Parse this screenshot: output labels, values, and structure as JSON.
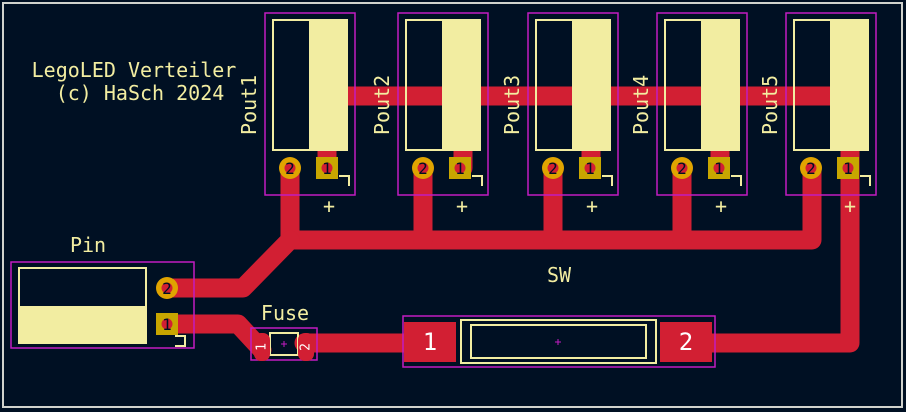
{
  "board": {
    "title_line1": "LegoLED Verteiler",
    "title_line2": "(c) HaSch 2024",
    "colors": {
      "background": "#001023",
      "outline": "#d0d2cd",
      "copper": "#d21f33",
      "silk": "#f2eda1",
      "courtyard": "#c21cc1",
      "pad": "#c8a600",
      "pad_ring": "#e0a400"
    }
  },
  "connectors": [
    {
      "ref": "Pout1",
      "pin1": "1",
      "pin2": "2",
      "plus": "+"
    },
    {
      "ref": "Pout2",
      "pin1": "1",
      "pin2": "2",
      "plus": "+"
    },
    {
      "ref": "Pout3",
      "pin1": "1",
      "pin2": "2",
      "plus": "+"
    },
    {
      "ref": "Pout4",
      "pin1": "1",
      "pin2": "2",
      "plus": "+"
    },
    {
      "ref": "Pout5",
      "pin1": "1",
      "pin2": "2",
      "plus": "+"
    }
  ],
  "pin_connector": {
    "ref": "Pin",
    "pin1": "1",
    "pin2": "2"
  },
  "fuse": {
    "ref": "Fuse",
    "pin1": "1",
    "pin2": "2"
  },
  "switch": {
    "ref": "SW",
    "pin1": "1",
    "pin2": "2"
  }
}
